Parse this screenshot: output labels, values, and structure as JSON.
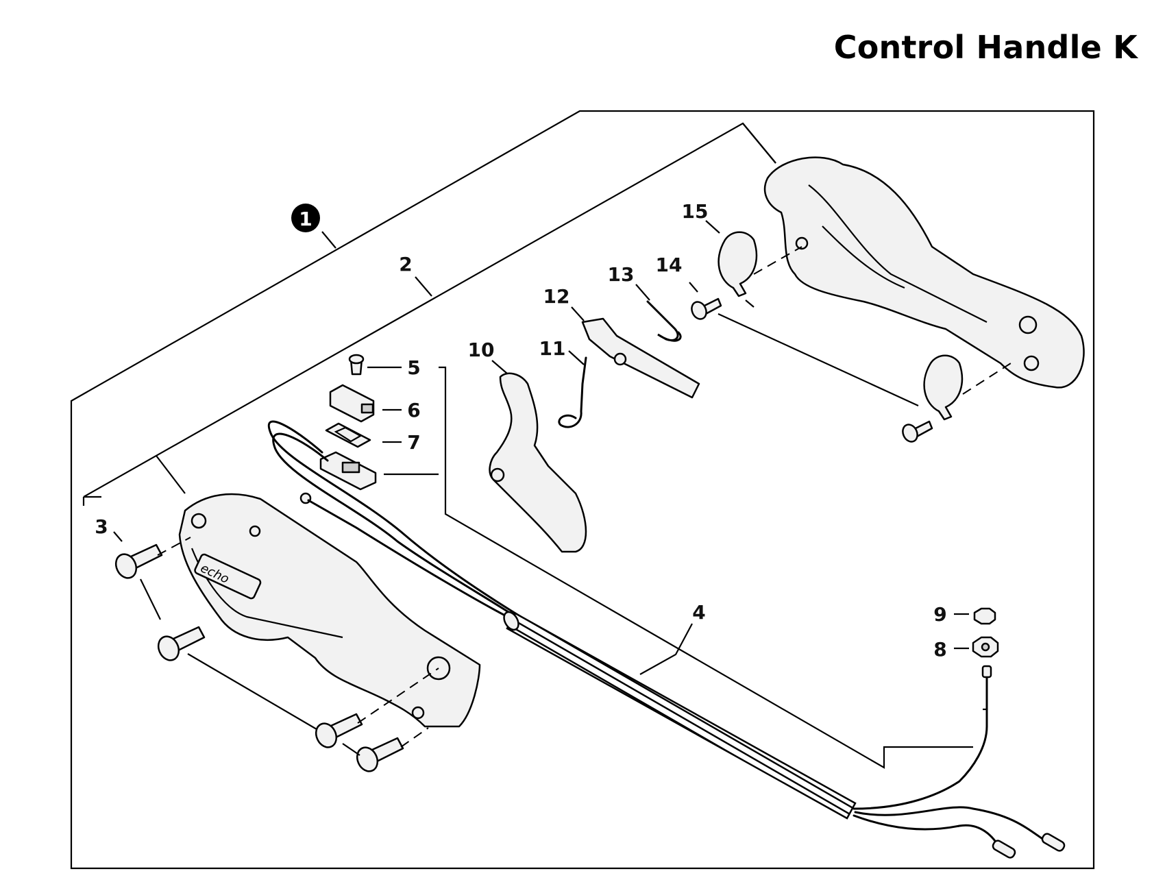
{
  "title": "Control Handle K",
  "callouts": {
    "c1": "1",
    "c2": "2",
    "c3": "3",
    "c4": "4",
    "c5": "5",
    "c6": "6",
    "c7": "7",
    "c8": "8",
    "c9": "9",
    "c10": "10",
    "c11": "11",
    "c12": "12",
    "c13": "13",
    "c14": "14",
    "c15": "15"
  }
}
